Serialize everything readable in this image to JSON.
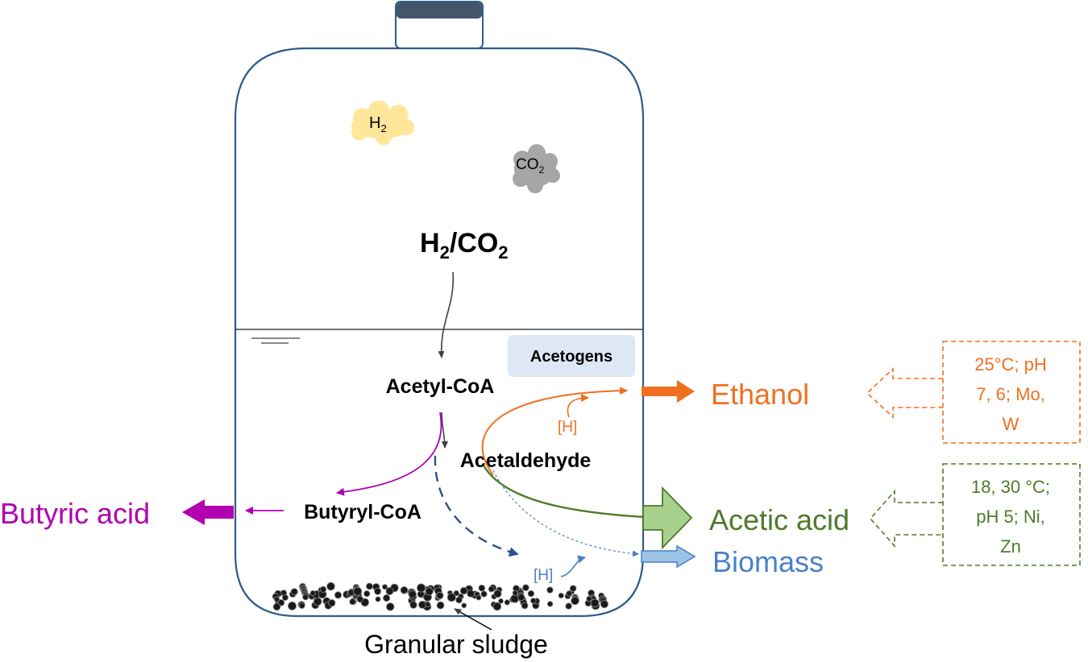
{
  "gases": {
    "h2_cloud": {
      "base": "H",
      "sub": "2"
    },
    "co2_cloud": {
      "base": "CO",
      "sub": "2"
    },
    "feed": {
      "a": "H",
      "a_sub": "2",
      "slash": "/CO",
      "b_sub": "2"
    }
  },
  "organism_label": "Acetogens",
  "intermediates": {
    "acetyl_coa": "Acetyl-CoA",
    "acetaldehyde": "Acetaldehyde",
    "butyryl_coa": "Butyryl-CoA",
    "h_orange": "[H]",
    "h_blue": "[H]"
  },
  "products": {
    "ethanol": "Ethanol",
    "butyric_acid": "Butyric acid",
    "acetic_acid": "Acetic acid",
    "biomass": "Biomass"
  },
  "conditions": {
    "ethanol": [
      "25°C; pH",
      "7, 6; Mo,",
      "W"
    ],
    "acetic_acid": [
      "18, 30 °C;",
      "pH 5; Ni,",
      "Zn"
    ]
  },
  "sludge_label": "Granular sludge",
  "colors": {
    "vessel": "#2e5c8a",
    "lid": "#44546a",
    "h2_cloud": "#ffe699",
    "co2_cloud": "#a6a6a6",
    "acetogens_box": "#dde8f4",
    "ethanol": "#f07020",
    "butyric": "#b000b0",
    "acetic": "#4e7a2a",
    "acetic_fill": "#a9d18e",
    "biomass": "#4a80c8",
    "biomass_fill": "#9dc3e6",
    "pathway_dark": "#404040",
    "dashed_blue": "#2e4f8a"
  }
}
